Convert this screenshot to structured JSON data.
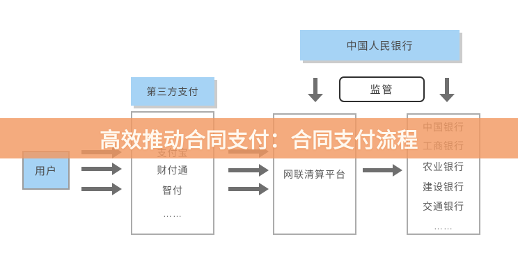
{
  "title": {
    "text": "高效推动合同支付：合同支付流程"
  },
  "diagram": {
    "pboc": {
      "label": "中国人民银行"
    },
    "supervision": {
      "label": "监管"
    },
    "third_party": {
      "header": "第三方支付",
      "items": [
        "支付宝",
        "财付通",
        "智付",
        "……"
      ]
    },
    "user": {
      "label": "用户"
    },
    "clearing": {
      "label": "网联清算平台"
    },
    "banks": {
      "items": [
        "中国银行",
        "工商银行",
        "农业银行",
        "建设银行",
        "交通银行",
        "……"
      ]
    }
  },
  "colors": {
    "accent_blue": "#A6D3F5",
    "band_orange": "rgba(242,153,98,0.82)",
    "title_white": "#FFF8EF",
    "arrow_gray": "#6F6F6F",
    "border_gray": "#ABABAB",
    "shadow_gray": "#CCCCCC",
    "text_dark": "#4A4A4A",
    "text_list": "#5A5A5A",
    "supervision_border": "#2F2F2F"
  }
}
